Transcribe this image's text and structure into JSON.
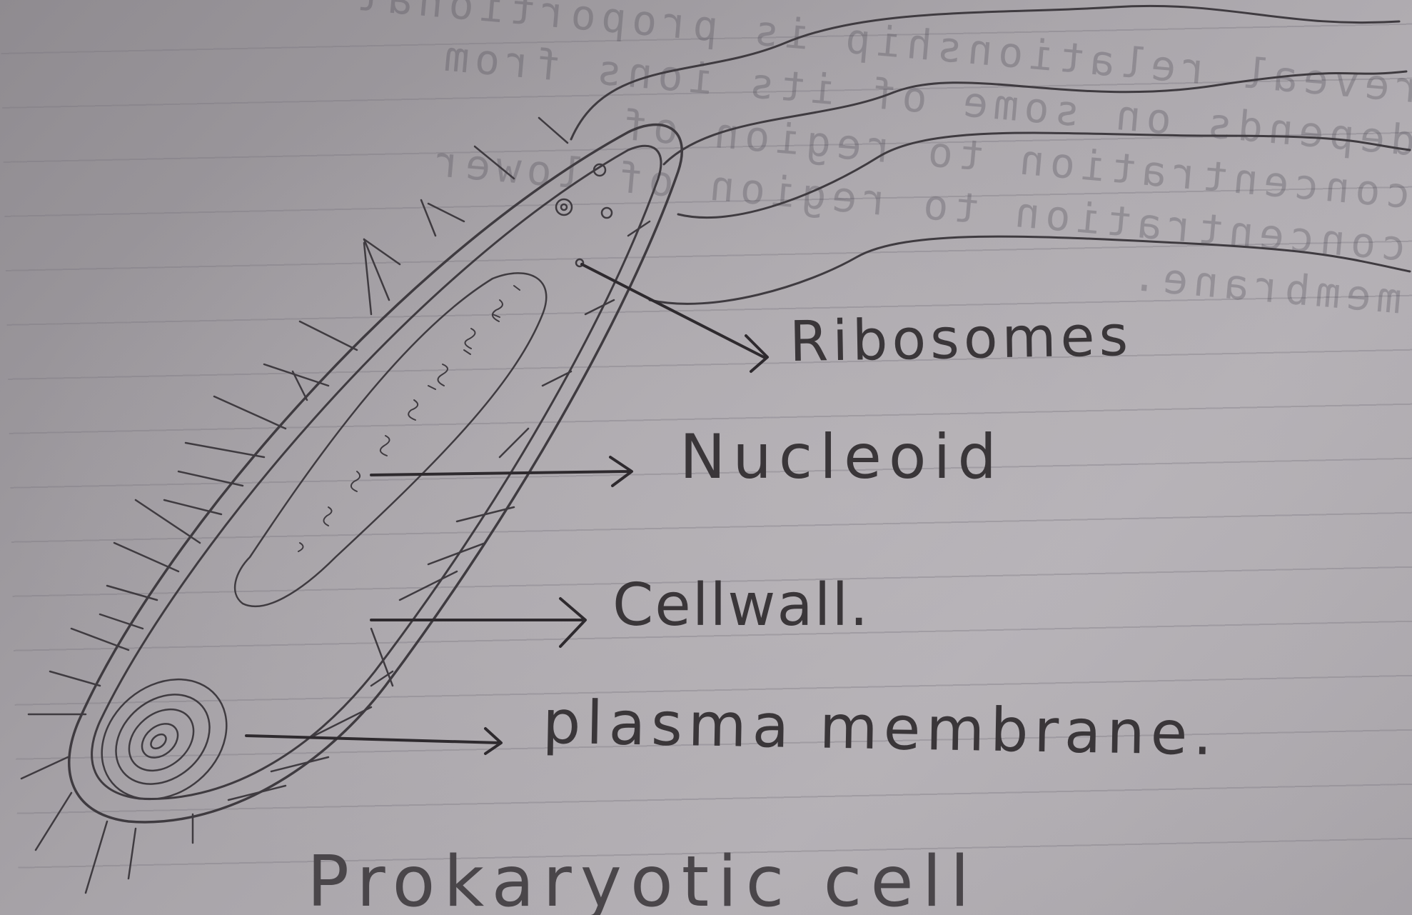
{
  "labels": {
    "ribosomes": "Ribosomes",
    "nucleoid": "Nucleoid",
    "cell_wall": "Cellwall.",
    "plasma_membrane": "plasma membrane.",
    "title": "Prokaryotic cell"
  },
  "background_text": [
    "reveal relationship is proportional",
    "depends on some of its ions from",
    "concentration to region of",
    "concentration to region of lower",
    "membrane."
  ],
  "colors": {
    "paper": "#a9a5aa",
    "pencil": "#3a3639"
  }
}
